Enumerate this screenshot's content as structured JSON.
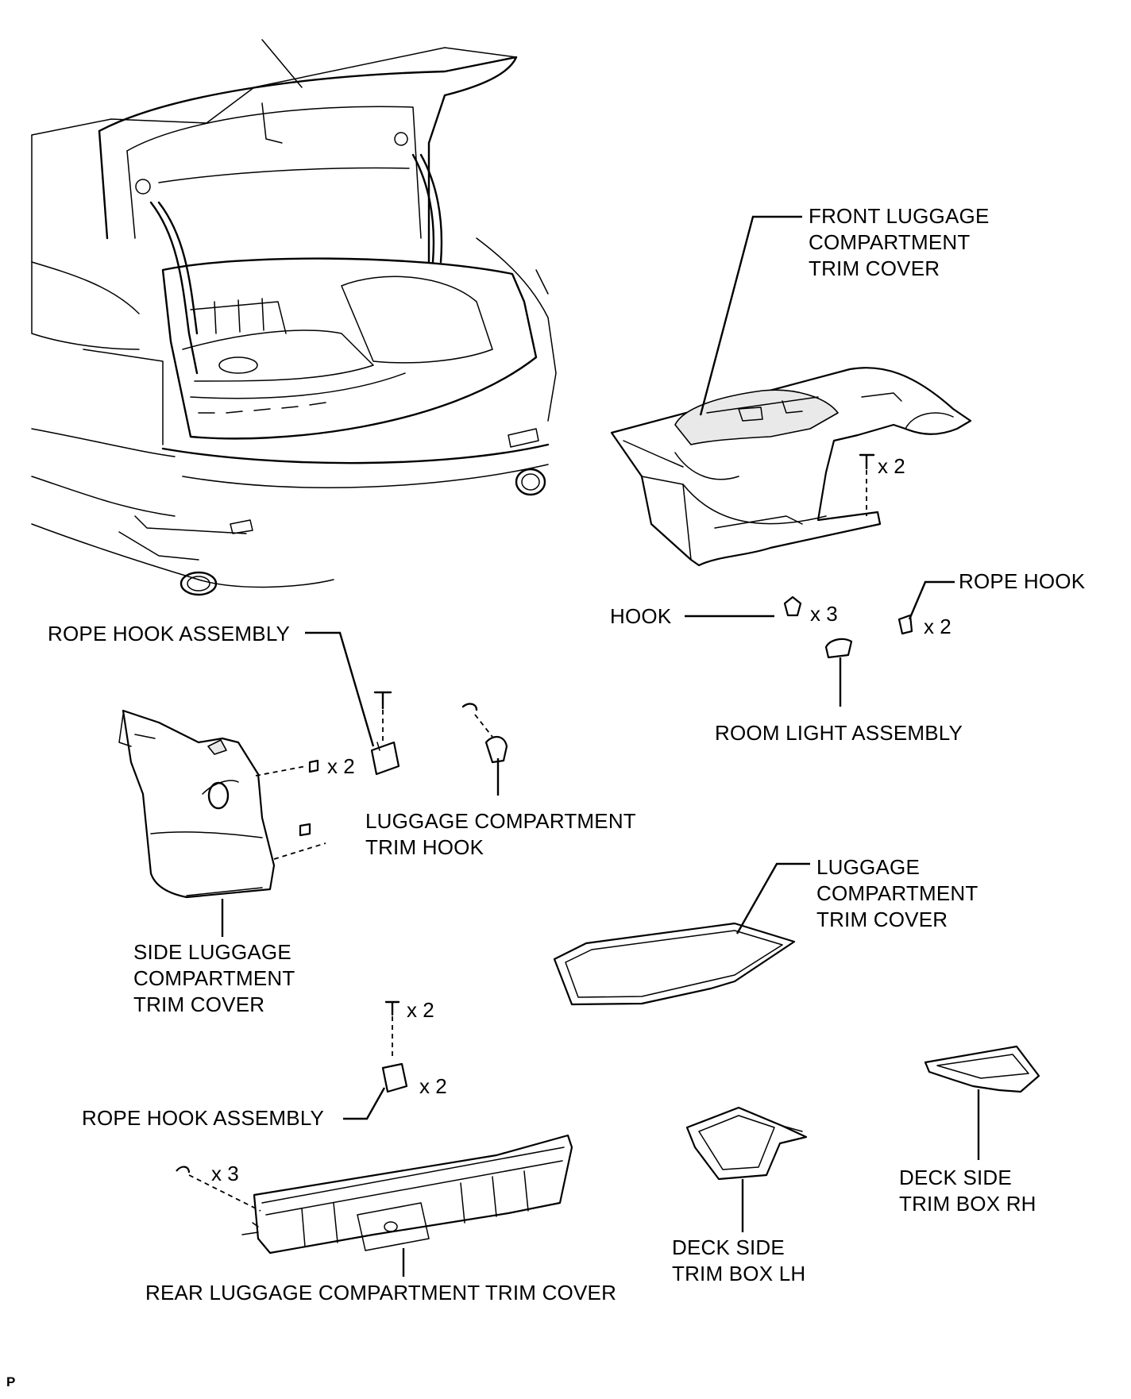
{
  "labels": {
    "front_trim_cover": [
      "FRONT LUGGAGE",
      "COMPARTMENT",
      "TRIM COVER"
    ],
    "rope_hook_right": "ROPE HOOK",
    "hook": "HOOK",
    "room_light": "ROOM LIGHT ASSEMBLY",
    "rope_hook_assembly_upper": "ROPE HOOK ASSEMBLY",
    "luggage_trim_hook": [
      "LUGGAGE COMPARTMENT",
      "TRIM HOOK"
    ],
    "side_trim_cover": [
      "SIDE LUGGAGE",
      "COMPARTMENT",
      "TRIM COVER"
    ],
    "luggage_trim_cover": [
      "LUGGAGE",
      "COMPARTMENT",
      "TRIM COVER"
    ],
    "rope_hook_assembly_lower": "ROPE HOOK ASSEMBLY",
    "rear_trim_cover": "REAR LUGGAGE COMPARTMENT TRIM COVER",
    "deck_box_lh": [
      "DECK SIDE",
      "TRIM BOX LH"
    ],
    "deck_box_rh": [
      "DECK SIDE",
      "TRIM BOX RH"
    ]
  },
  "quantities": {
    "front_clip": "x 2",
    "hook": "x 3",
    "rope_hook": "x 2",
    "side_clip": "x 2",
    "lower_bolt": "x 2",
    "lower_rope_hook": "x 2",
    "rear_clip": "x 3"
  },
  "reference_mark": "P"
}
